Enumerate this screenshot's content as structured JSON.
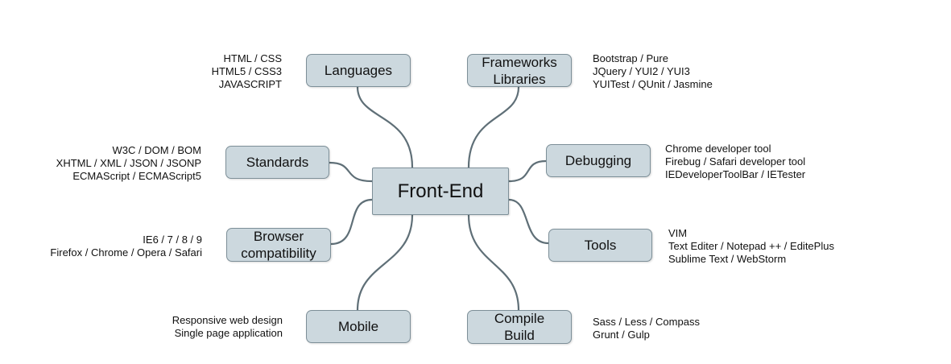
{
  "center": {
    "label": "Front-End"
  },
  "branches": {
    "languages": {
      "label": "Languages",
      "notes": [
        "HTML / CSS",
        "HTML5 / CSS3",
        "JAVASCRIPT"
      ]
    },
    "frameworks": {
      "label_lines": [
        "Frameworks",
        "Libraries"
      ],
      "notes": [
        "Bootstrap / Pure",
        "JQuery / YUI2 / YUI3",
        "YUITest / QUnit / Jasmine"
      ]
    },
    "standards": {
      "label": "Standards",
      "notes": [
        "W3C / DOM / BOM",
        "XHTML / XML / JSON / JSONP",
        "ECMAScript / ECMAScript5"
      ]
    },
    "debugging": {
      "label": "Debugging",
      "notes": [
        "Chrome developer tool",
        "Firebug / Safari developer tool",
        "IEDeveloperToolBar / IETester"
      ]
    },
    "browser": {
      "label_lines": [
        "Browser",
        "compatibility"
      ],
      "notes": [
        "IE6 / 7 / 8 / 9",
        "Firefox / Chrome / Opera / Safari"
      ]
    },
    "tools": {
      "label": "Tools",
      "notes": [
        "VIM",
        "Text Editer / Notepad ++ / EditePlus",
        "Sublime Text / WebStorm"
      ]
    },
    "mobile": {
      "label": "Mobile",
      "notes": [
        "Responsive web design",
        "Single page application"
      ]
    },
    "compile": {
      "label_lines": [
        "Compile",
        "Build"
      ],
      "notes": [
        "Sass / Less / Compass",
        "Grunt / Gulp"
      ]
    }
  },
  "colors": {
    "node_fill": "#ccd8de",
    "node_border": "#7d8f98",
    "connector": "#5f6f77"
  }
}
